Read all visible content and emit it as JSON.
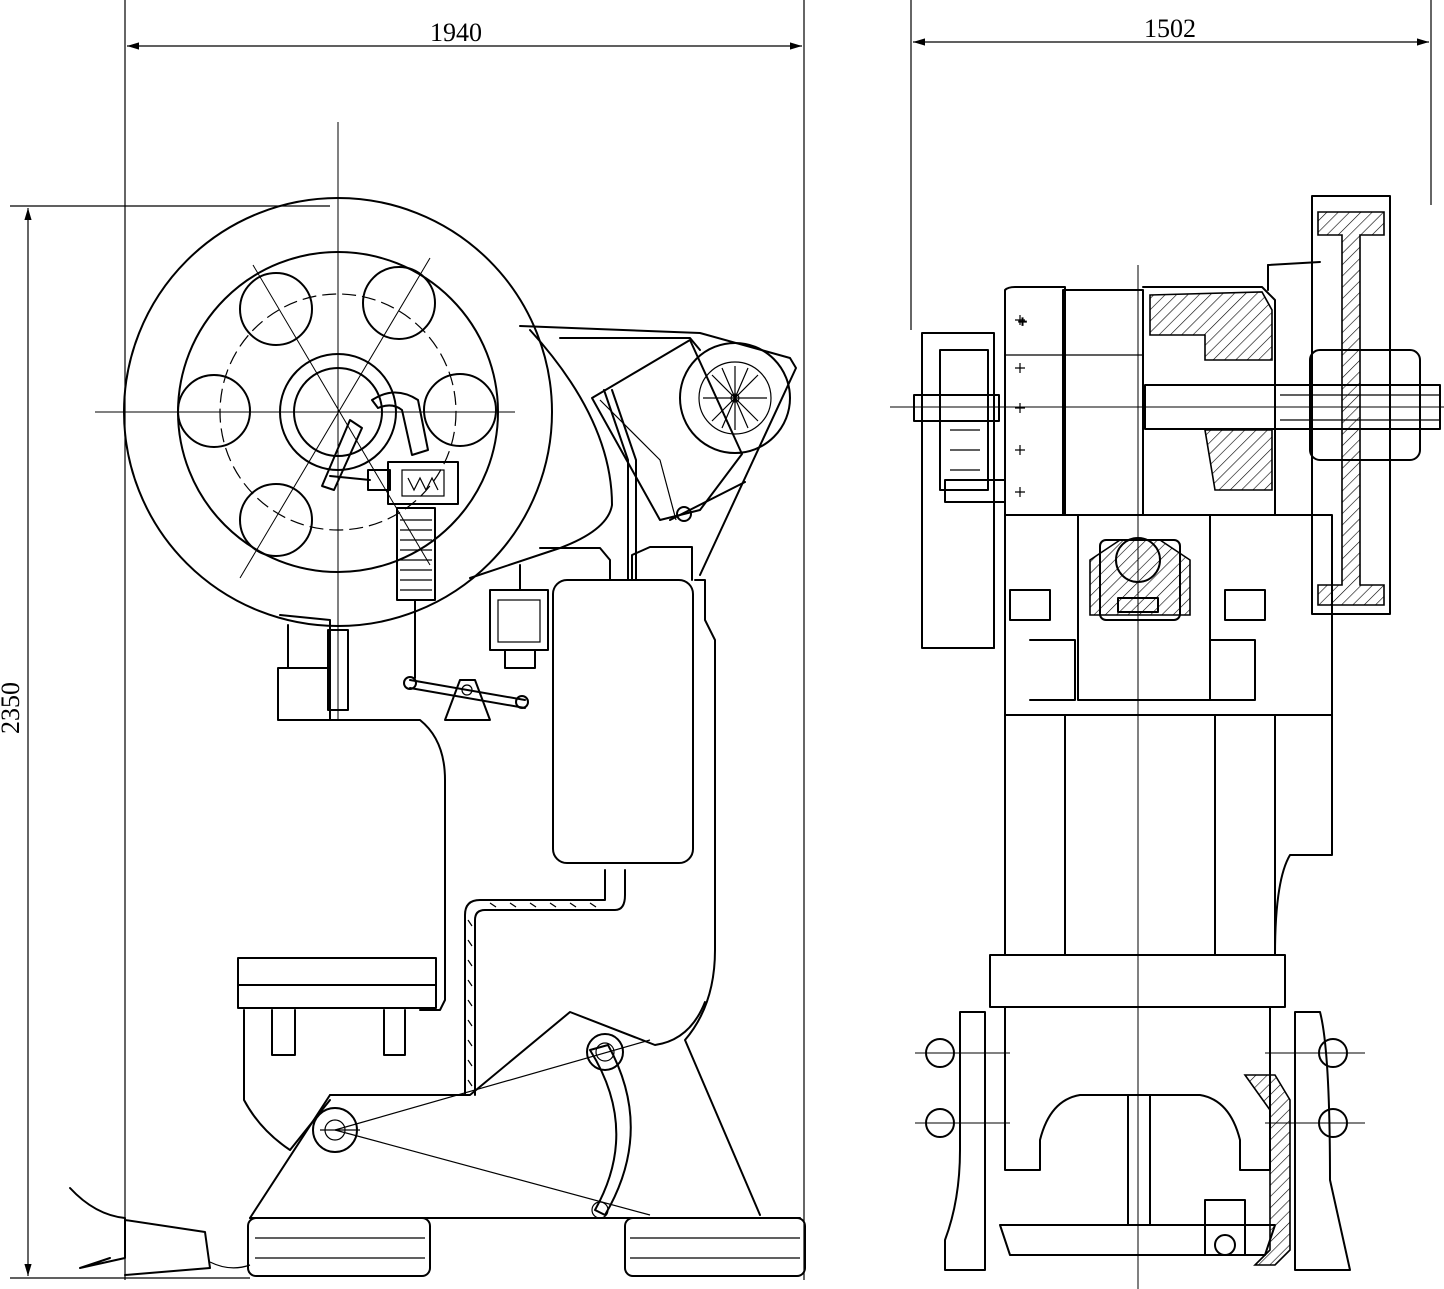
{
  "dimensions": {
    "front_width": "1940",
    "side_width": "1502",
    "overall_height": "2350"
  }
}
